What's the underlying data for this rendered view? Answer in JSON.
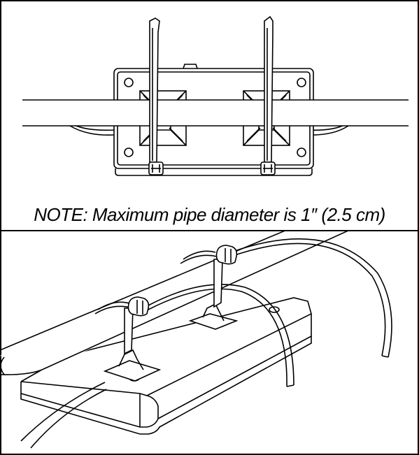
{
  "note": {
    "text": "NOTE: Maximum pipe diameter is 1″ (2.5 cm)"
  },
  "panels": [
    {
      "id": "top",
      "description_icon": "mounting-top-view-icon"
    },
    {
      "id": "bottom",
      "description_icon": "mounting-perspective-view-icon"
    }
  ],
  "colors": {
    "line": "#000000",
    "background": "#ffffff"
  }
}
